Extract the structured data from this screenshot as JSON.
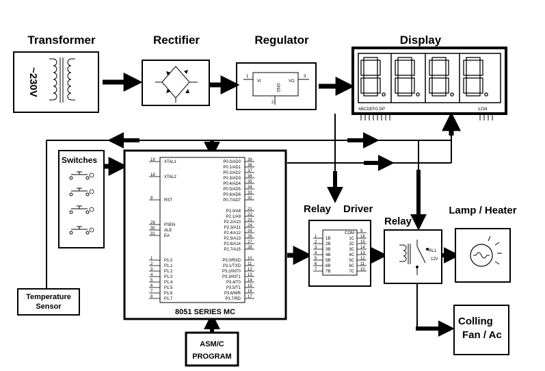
{
  "titles": {
    "transformer": "Transformer",
    "rectifier": "Rectifier",
    "regulator": "Regulator",
    "display": "Display",
    "switches": "Switches",
    "relay_top": "Relay",
    "driver": "Driver",
    "relay": "Relay",
    "lamp": "Lamp / Heater",
    "temp_line1": "Temperature",
    "temp_line2": "Sensor",
    "mc": "8051 SERIES MC",
    "asm_line1": "ASM/C",
    "asm_line2": "PROGRAM",
    "fan_line1": "Colling",
    "fan_line2": "Fan / Ac"
  },
  "transformer_voltage": "~230V",
  "regulator_pins": {
    "vi": "VI",
    "vo": "VO",
    "gnd": "GND",
    "p1": "1",
    "p2": "2",
    "p3": "3"
  },
  "display_labels": {
    "segments": "ABCDEFG DP",
    "digits": "1234"
  },
  "relay_labels": {
    "name": "RL1",
    "voltage": "12V"
  },
  "mc_left_pins": [
    {
      "num": "19",
      "name": "XTAL1"
    },
    {
      "num": "18",
      "name": "XTAL2"
    },
    {
      "num": "9",
      "name": "RST"
    },
    {
      "num": "29",
      "name": "PSEN"
    },
    {
      "num": "30",
      "name": "ALE"
    },
    {
      "num": "31",
      "name": "EA"
    },
    {
      "num": "1",
      "name": "P1.0"
    },
    {
      "num": "2",
      "name": "P1.1"
    },
    {
      "num": "3",
      "name": "P1.2"
    },
    {
      "num": "4",
      "name": "P1.3"
    },
    {
      "num": "5",
      "name": "P1.4"
    },
    {
      "num": "6",
      "name": "P1.5"
    },
    {
      "num": "7",
      "name": "P1.6"
    },
    {
      "num": "8",
      "name": "P1.7"
    }
  ],
  "mc_right_pins": [
    {
      "num": "39",
      "name": "P0.0/AD0"
    },
    {
      "num": "38",
      "name": "P0.1/AD1"
    },
    {
      "num": "37",
      "name": "P0.2/AD2"
    },
    {
      "num": "36",
      "name": "P0.3/AD3"
    },
    {
      "num": "35",
      "name": "P0.4/AD4"
    },
    {
      "num": "34",
      "name": "P0.5/AD5"
    },
    {
      "num": "33",
      "name": "P0.6/AD6"
    },
    {
      "num": "32",
      "name": "P0.7/AD7"
    },
    {
      "num": "21",
      "name": "P2.0/A8"
    },
    {
      "num": "22",
      "name": "P2.1/A9"
    },
    {
      "num": "23",
      "name": "P2.2/A10"
    },
    {
      "num": "24",
      "name": "P2.3/A11"
    },
    {
      "num": "25",
      "name": "P2.4/A12"
    },
    {
      "num": "26",
      "name": "P2.5/A13"
    },
    {
      "num": "27",
      "name": "P2.6/A14"
    },
    {
      "num": "28",
      "name": "P2.7/A15"
    },
    {
      "num": "10",
      "name": "P3.0/RXD"
    },
    {
      "num": "11",
      "name": "P3.1/TXD"
    },
    {
      "num": "12",
      "name": "P3.2/INT0"
    },
    {
      "num": "13",
      "name": "P3.3/INT1"
    },
    {
      "num": "14",
      "name": "P3.4/T0"
    },
    {
      "num": "15",
      "name": "P3.5/T1"
    },
    {
      "num": "16",
      "name": "P3.6/WR"
    },
    {
      "num": "17",
      "name": "P3.7/RD"
    }
  ],
  "driver_left_pins": [
    {
      "num": "1",
      "name": "1B"
    },
    {
      "num": "2",
      "name": "2B"
    },
    {
      "num": "3",
      "name": "3B"
    },
    {
      "num": "4",
      "name": "4B"
    },
    {
      "num": "5",
      "name": "5B"
    },
    {
      "num": "6",
      "name": "6B"
    },
    {
      "num": "7",
      "name": "7B"
    }
  ],
  "driver_right_pins": [
    {
      "num": "9",
      "name": "COM"
    },
    {
      "num": "16",
      "name": "1C"
    },
    {
      "num": "15",
      "name": "2C"
    },
    {
      "num": "14",
      "name": "3C"
    },
    {
      "num": "13",
      "name": "4C"
    },
    {
      "num": "12",
      "name": "5C"
    },
    {
      "num": "11",
      "name": "6C"
    },
    {
      "num": "10",
      "name": "7C"
    }
  ]
}
